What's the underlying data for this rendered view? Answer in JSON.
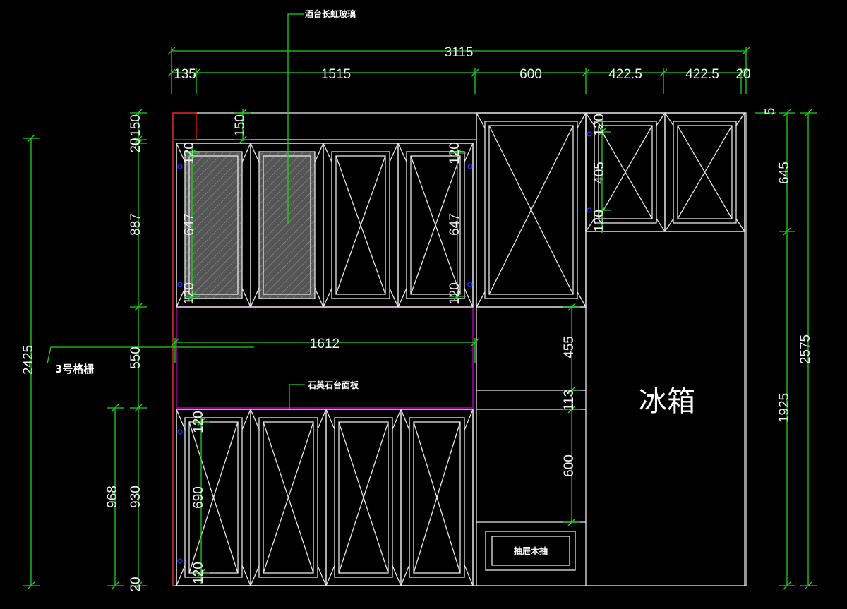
{
  "labels": {
    "top_note": "酒台长虹玻璃",
    "cabinet_no": "3号格栅",
    "panel_note": "石英石台面板",
    "drawer_note": "抽屉木抽",
    "fridge": "冰箱"
  },
  "dims": {
    "total_width": "3115",
    "w135": "135",
    "w1515": "1515",
    "w600": "600",
    "w422a": "422.5",
    "w422b": "422.5",
    "w20": "20",
    "h2425": "2425",
    "h887": "887",
    "h550": "550",
    "h930": "930",
    "h968": "968",
    "h20b": "20",
    "h20t": "20",
    "h150t": "150",
    "h150": "150",
    "h645": "645",
    "h1925": "1925",
    "h2575": "2575",
    "h5": "5",
    "u120a": "120",
    "u647a": "647",
    "u120b": "120",
    "u120c": "120",
    "u647b": "647",
    "u120d": "120",
    "w1612": "1612",
    "m455": "455",
    "m113": "113",
    "m600": "600",
    "r120a": "120",
    "r405": "405",
    "r120b": "120",
    "l120a": "120",
    "l690": "690",
    "l120b": "120"
  }
}
